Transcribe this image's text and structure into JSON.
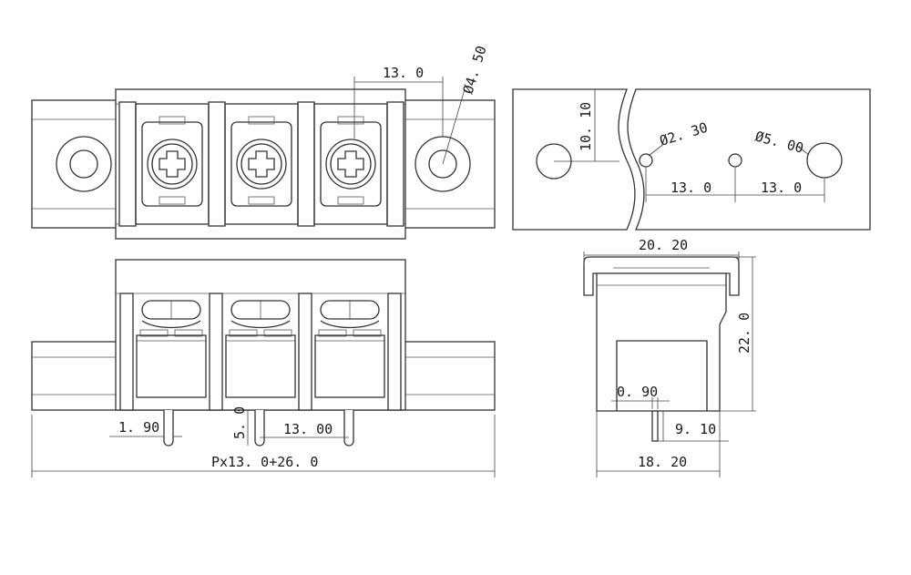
{
  "labels": {
    "top_pitch": "13. 0",
    "top_hole_dia": "Ø4. 50",
    "side_height": "10. 10",
    "pin_hole_dia": "Ø2. 30",
    "mount_hole_dia": "Ø5. 00",
    "side_pitch_1": "13. 0",
    "side_pitch_2": "13. 0",
    "pin_width": "1. 90",
    "pin_length": "5. 0",
    "front_pitch": "13. 00",
    "total_length": "Px13. 0+26. 0",
    "end_width": "20. 20",
    "end_height": "22. 0",
    "pin_thickness": "0. 90",
    "pin_offset": "9. 10",
    "base_width": "18. 20"
  }
}
